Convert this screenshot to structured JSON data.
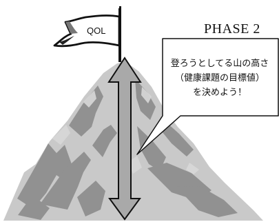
{
  "phase": {
    "label": "PHASE 2"
  },
  "flag": {
    "label": "QOL"
  },
  "callout": {
    "lines": [
      "登ろうとしてる山の高さ",
      "（健康課題の目標値）",
      "を決めよう！"
    ]
  },
  "colors": {
    "mountain_light": "#c9c9c9",
    "mountain_dark": "#8f8f8f",
    "arrow_fill": "#a9a9a9",
    "outline": "#111111"
  }
}
